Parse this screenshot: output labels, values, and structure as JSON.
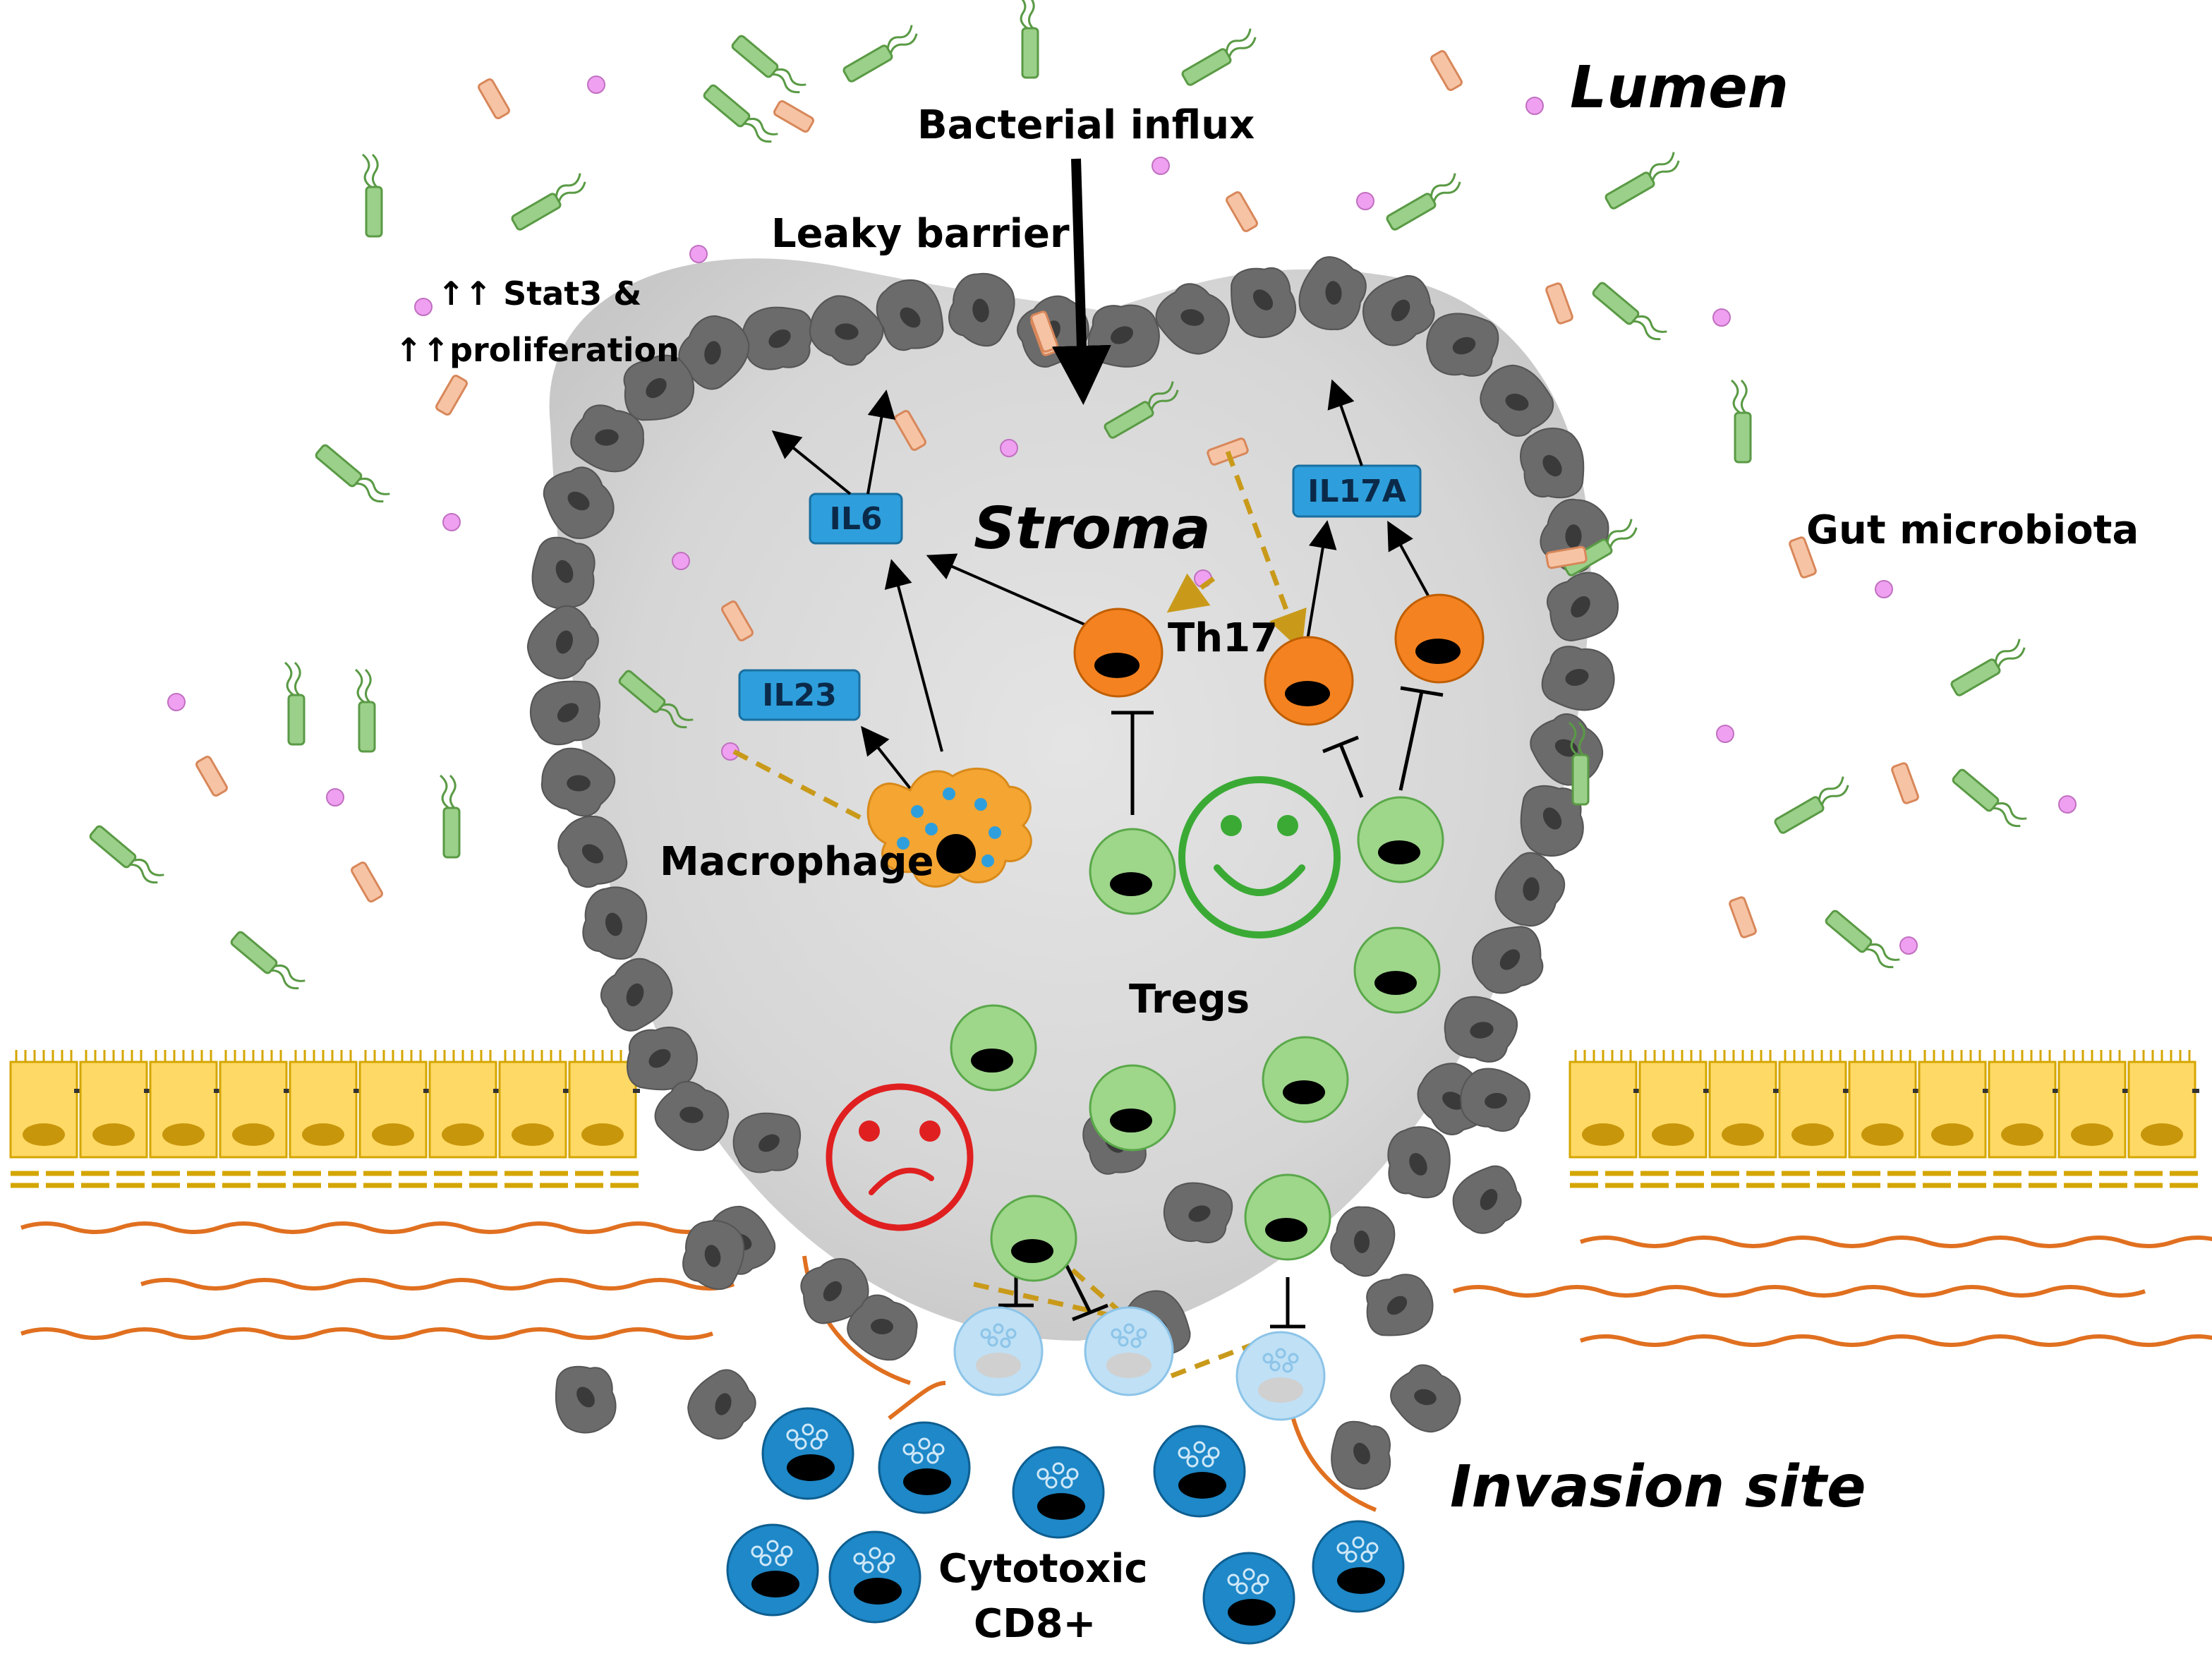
{
  "labels": {
    "bacterial_influx": "Bacterial influx",
    "lumen": "Lumen",
    "leaky_barrier": "Leaky barrier",
    "stat3_line1": "↑↑ Stat3 &",
    "stat3_line2": "↑↑proliferation",
    "stroma": "Stroma",
    "gut_microbiota": "Gut microbiota",
    "th17": "Th17",
    "macrophage": "Macrophage",
    "tregs": "Tregs",
    "invasion_site": "Invasion site",
    "cytotoxic_line1": "Cytotoxic",
    "cytotoxic_line2": "CD8+"
  },
  "cytokines": {
    "il6": "IL6",
    "il23": "IL23",
    "il17a": "IL17A"
  },
  "colors": {
    "stroma_fill": "#d9d9d9",
    "tumor_cell": "#6b6b6b",
    "tumor_nucleus": "#3a3a3a",
    "bacteria_green": "#9bd08a",
    "bacteria_orange": "#f6c4a5",
    "bacteria_pink": "#f0a0f0",
    "cytokine_box": "#2e9fdc",
    "th17": "#f58220",
    "treg": "#9ed68a",
    "cd8": "#1e88c8",
    "cd8_inactive": "#bfe0f5",
    "epithelium": "#ffd966",
    "muscle_line": "#e07020",
    "dashed_link": "#c99a1a",
    "happy_face": "#3aaa35",
    "sad_face": "#e02020"
  }
}
